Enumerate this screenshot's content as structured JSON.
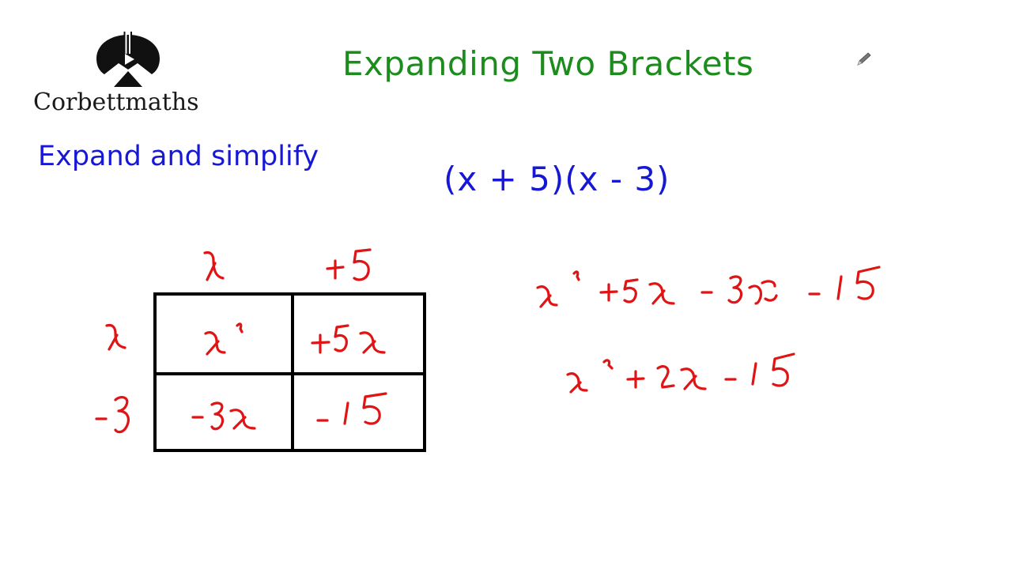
{
  "brand": {
    "name": "Corbettmaths",
    "logo_icon": "corbettmaths-logo-icon"
  },
  "header": {
    "title": "Expanding Two Brackets",
    "title_color": "#1c8c1c"
  },
  "question": {
    "prompt": "Expand and simplify",
    "expression": "(x + 5)(x - 3)",
    "text_color": "#1717d6"
  },
  "tool": {
    "icon": "pencil-icon"
  },
  "grid_method": {
    "ink_color": "#e01414",
    "column_headers": [
      "x",
      "+5"
    ],
    "row_headers": [
      "x",
      "-3"
    ],
    "cells": [
      [
        "x²",
        "+5x"
      ],
      [
        "-3x",
        "-15"
      ]
    ]
  },
  "working": {
    "line1": "x² + 5x - 3x - 15",
    "line2": "x² + 2x - 15"
  }
}
